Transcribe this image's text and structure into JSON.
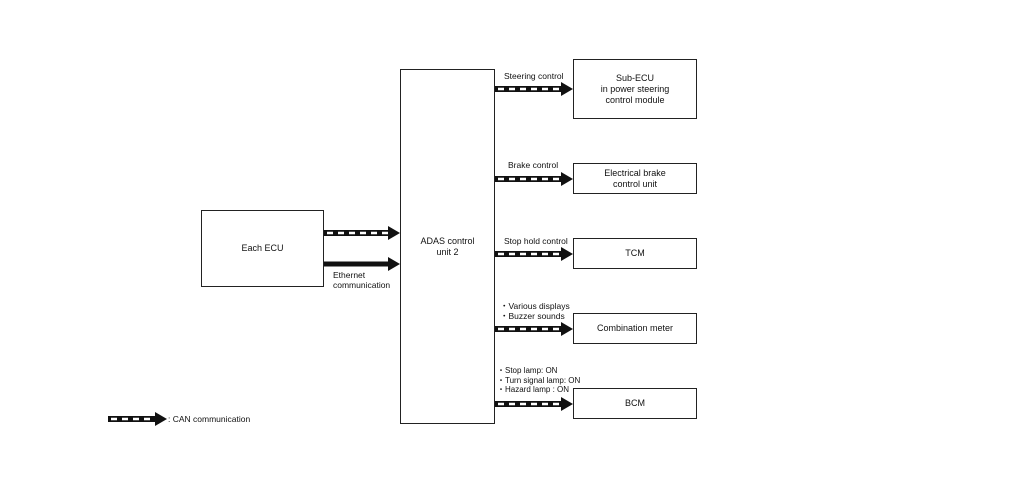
{
  "nodes": {
    "each_ecu": "Each ECU",
    "adas": "ADAS control\nunit 2",
    "sub_ecu": "Sub-ECU\nin power steering\ncontrol module",
    "brake_unit": "Electrical brake\ncontrol unit",
    "tcm": "TCM",
    "combination_meter": "Combination meter",
    "bcm": "BCM"
  },
  "edges": {
    "ethernet": "Ethernet\ncommunication",
    "steering": "Steering control",
    "brake": "Brake control",
    "stop_hold": "Stop hold control",
    "meter": "・Various displays\n・Buzzer sounds",
    "bcm": "・Stop lamp: ON\n・Turn signal lamp: ON\n・Hazard lamp : ON"
  },
  "legend": {
    "can": ": CAN communication"
  }
}
